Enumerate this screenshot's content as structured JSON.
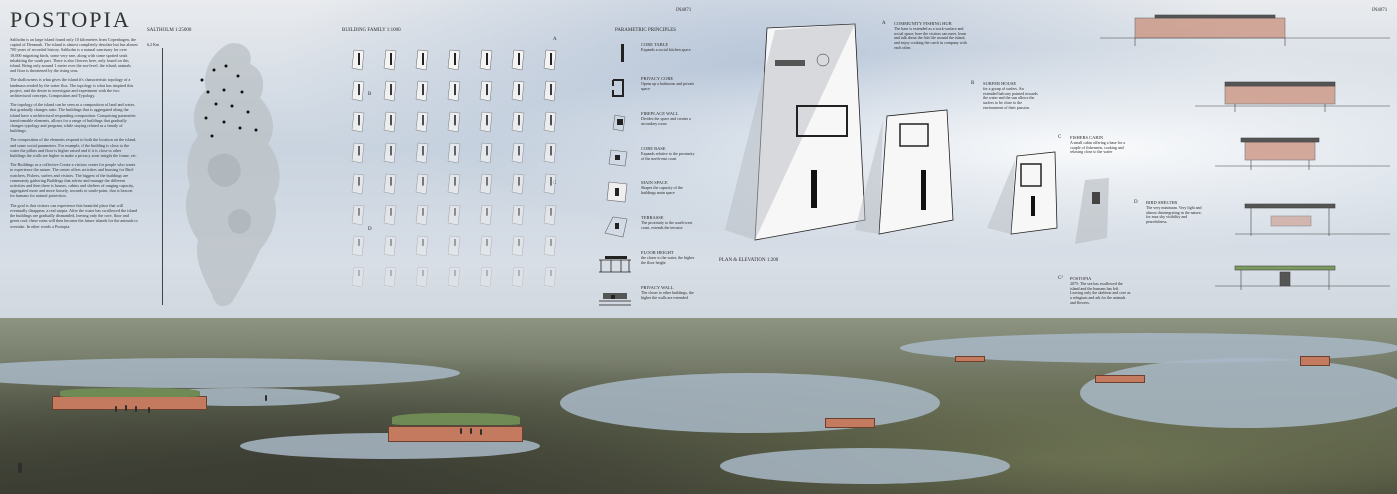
{
  "title": "POSTOPIA",
  "sheet_code_left": "IN4071",
  "sheet_code_right": "IN4071",
  "intro": [
    "Saltholm is an large island found only 10 kilometers from Copenhagen, the capital of Denmark. The island is almost completely desolate but has almost 700 years of recorded history. Saltholm is a natural sanctuary for over 18.000 migrating birds, some very rare, along with some spotted seals inhabiting the south part. There is also flowers here, only found on this island. Being only around 1 meter over the sea-level, the island, animals and flora is threatened by the rising seas.",
    "The shallowness is what gives the island it's characteristic topology of a landmass eroded by the water flux. The topology is what has inspired this project, and the desire to investigate and experiment with the two architectural concepts, Composition and Typology.",
    "The topology of the island can be seen as a composition of land and water, that gradually changes ratio. The buildings that is aggregated along the island have a architectural responding composition. Comprising parametric transformable elements, allows for a range of buildings that gradually changes typology and program, while staying related as a family of buildings.",
    "The composition of the elements respond to both the location on the island, and some social parameters. For example, if the building is close to the water the pillars and floor is higher raised and if it is close to other buildings the walls are higher to make a privacy zone insight the frame, etc.",
    "The Buildings as a collective Create a visitors center for people who wants to experience the nature. The center offers activities and housing for Bird-watchers, Fishers, surfers and visitors. The biggest of the buildings are community gathering Buildings that advise and manage the different activities and then there is houses, cabins and shelters of ranging capacity, aggregated more and more loosely, towards to south-point, that is beacon for humans for natural protection.",
    "The goal is that visitors can experience this beautiful place that will eventually disappear, a real utopia. After the water has swallowed the island the buildings are gradually dismantled, leaving only the core, floor and green roof, these ruins will then become the future islands for the animals to overtake. In other words a Postopia."
  ],
  "map": {
    "label": "SALTHOLM 1:25000",
    "scale": "6,2 Km"
  },
  "building_family": {
    "label": "BUILDING FAMILY 1:1000",
    "rows": [
      "A",
      "B",
      "C",
      "D"
    ]
  },
  "parametric": {
    "title": "PARAMETRIC PRINCIPLES",
    "items": [
      {
        "name": "CORE TABLE",
        "desc": "Expands a social kitchen space"
      },
      {
        "name": "PRIVACY CORE",
        "desc": "Opens up a bathroom and private space"
      },
      {
        "name": "FIREPLACE WALL",
        "desc": "Divides the space and creates a secondary room"
      },
      {
        "name": "CORE BASE",
        "desc": "Expands relative to the proximity of the north-east coast"
      },
      {
        "name": "MAIN SPACE",
        "desc": "Shapes the capacity of the buildings main space"
      },
      {
        "name": "TERRASSE",
        "desc": "The proximity to the south-west coast, extends the terrasse"
      },
      {
        "name": "FLOOR HEIGHT",
        "desc": "the closer to the water, the higher the floor height"
      },
      {
        "name": "PRIVACY WALL",
        "desc": "The closer to other buildings, the higher the walls are extended"
      }
    ]
  },
  "plan_label": "PLAN & ELEVATION 1:200",
  "buildings": [
    {
      "letter": "A",
      "name": "COMMUNITY FISHING HUB",
      "desc": "The base is extended as a work-surface and social space, here the visitors can meet, learn and talk about the fish life around the island, and enjoy cooking the catch in company with each other."
    },
    {
      "letter": "B",
      "name": "SURFER HOUSE",
      "desc": "for a group of surfers. An extended balcony pointed towards the water and the sun allows the surfers to be close to the environment of their passion."
    },
    {
      "letter": "C",
      "name": "FISHERS CABIN",
      "desc": "A small cabin offering a base for a couple of fishermen, cooking and relaxing close to the water"
    },
    {
      "letter": "D",
      "name": "BIRD SHELTER",
      "desc": "The very minimum. Very light and almost disintegrating in the nature, for max sky visibility and peacefulness."
    },
    {
      "letter": "C²",
      "name": "POSTOPIA",
      "desc": "2075: The sea has swallowed the island and the humans has left. Leaving only the skeleton and core as a refugium and ark for the animals and flowers."
    }
  ]
}
